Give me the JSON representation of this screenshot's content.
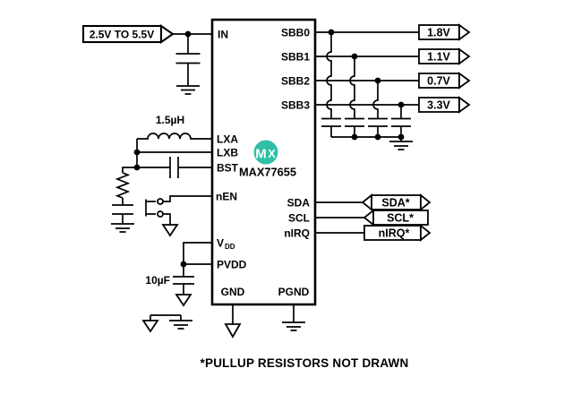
{
  "chip": {
    "part_number": "MAX77655",
    "logo_color": "#2fbfa7",
    "logo_m": "M",
    "logo_x": "X",
    "pins": {
      "in": "IN",
      "lxa": "LXA",
      "lxb": "LXB",
      "bst": "BST",
      "nen": "nEN",
      "vdd_base": "V",
      "vdd_sub": "DD",
      "pvdd": "PVDD",
      "gnd": "GND",
      "pgnd": "PGND",
      "sbb0": "SBB0",
      "sbb1": "SBB1",
      "sbb2": "SBB2",
      "sbb3": "SBB3",
      "sda": "SDA",
      "scl": "SCL",
      "nirq": "nIRQ"
    }
  },
  "flags": {
    "input": "2.5V TO 5.5V",
    "outputs": [
      "1.8V",
      "1.1V",
      "0.7V",
      "3.3V"
    ],
    "sda": "SDA*",
    "scl": "SCL*",
    "nirq": "nIRQ*"
  },
  "components": {
    "inductor_value": "1.5µH",
    "vdd_cap_value": "10µF"
  },
  "note": "*PULLUP RESISTORS NOT DRAWN"
}
